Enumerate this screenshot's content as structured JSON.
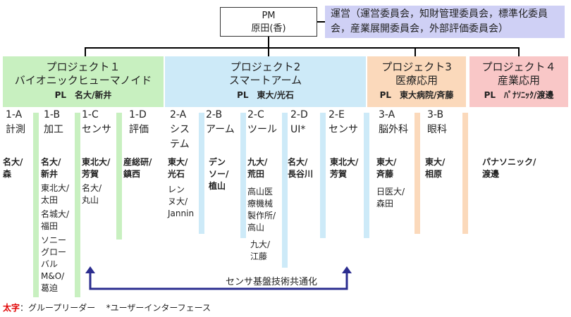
{
  "pm": {
    "line1": "PM",
    "line2": "原田(香)"
  },
  "unei": {
    "text": "運営（運営委員会，知財管理委員会，標準化委員会，産業展開委員会，外部評価委員会）"
  },
  "projects": [
    {
      "title": "プロジェクト１",
      "subtitle": "バイオニックヒューマノイド",
      "pl": "PL　名大/新井",
      "color": "#c8f0c0"
    },
    {
      "title": "プロジェクト2",
      "subtitle": "スマートアーム",
      "pl": "PL　東大/光石",
      "color": "#cdeaf8"
    },
    {
      "title": "プロジェクト3",
      "subtitle": "医療応用",
      "pl": "PL　東大病院/斉藤",
      "color": "#fbd9bb"
    },
    {
      "title": "プロジェクト４",
      "subtitle": "産業応用",
      "pl": "PL　ﾊﾟﾅｿﾆｯｸ/渡邊",
      "color": "#f9c7c7"
    }
  ],
  "columns": [
    {
      "code": "1-A",
      "name": "計測",
      "items": [
        {
          "text": "名大/\n森",
          "bold": true
        }
      ]
    },
    {
      "code": "1-B",
      "name": "加工",
      "items": [
        {
          "text": "名大/\n新井",
          "bold": true
        },
        {
          "text": "東北大/\n太田",
          "bold": false
        },
        {
          "text": "名城大/\n福田",
          "bold": false
        },
        {
          "text": "ソニー\nグロー\nバル\nM&O/\n葛迫",
          "bold": false
        }
      ]
    },
    {
      "code": "1-C",
      "name": "センサ",
      "items": [
        {
          "text": "東北大/\n芳賀",
          "bold": true
        },
        {
          "text": "名大/\n丸山",
          "bold": false
        }
      ]
    },
    {
      "code": "1-D",
      "name": "評価",
      "items": [
        {
          "text": "産総研/\n鎮西",
          "bold": true
        }
      ]
    },
    {
      "code": "2-A",
      "name": "シス\nテム",
      "items": [
        {
          "text": "東大/\n光石",
          "bold": true
        },
        {
          "text": "レン\nヌ大/\nJannin",
          "bold": false
        }
      ]
    },
    {
      "code": "2-B",
      "name": "アーム",
      "items": [
        {
          "text": "デン\nソー/\n植山",
          "bold": true
        }
      ]
    },
    {
      "code": "2-C",
      "name": "ツール",
      "items": [
        {
          "text": "九大/\n荒田",
          "bold": true
        },
        {
          "text": "高山医\n療機械\n製作所/\n高山",
          "bold": false
        },
        {
          "text": "九大/\n江藤",
          "bold": false
        }
      ]
    },
    {
      "code": "2-D",
      "name": "UI*",
      "items": [
        {
          "text": "名大/\n長谷川",
          "bold": true
        }
      ]
    },
    {
      "code": "2-E",
      "name": "センサ",
      "items": [
        {
          "text": "東北大/\n芳賀",
          "bold": true
        }
      ]
    },
    {
      "code": "3-A",
      "name": "脳外科",
      "items": [
        {
          "text": "東大/\n斉藤",
          "bold": true
        },
        {
          "text": "日医大/\n森田",
          "bold": false
        }
      ]
    },
    {
      "code": "3-B",
      "name": "眼科",
      "items": [
        {
          "text": "東大/\n相原",
          "bold": true
        }
      ]
    },
    {
      "code": "",
      "name": "",
      "items": [
        {
          "text": "パナソニック/\n渡邊",
          "bold": true
        }
      ]
    }
  ],
  "sensor_link": {
    "label": "センサ基盤技術共通化",
    "color": "#2b2d8f"
  },
  "legend": {
    "bold_label": "太字",
    "bold_desc": "：グループリーダー",
    "ui_note": "*ユーザーインターフェース"
  }
}
